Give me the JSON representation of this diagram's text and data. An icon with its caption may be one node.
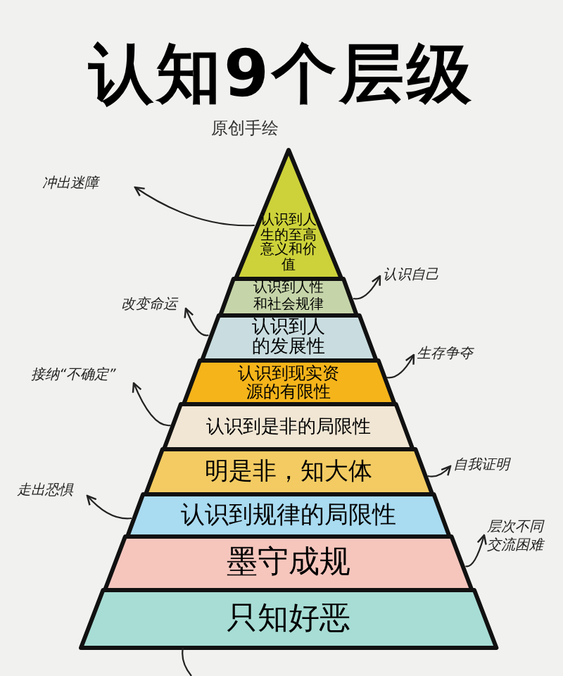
{
  "diagram": {
    "title": "认知**9**个层级",
    "nodes": [
      {
        "text": [
          "认识到人生的至高意义和价值"
        ]
      },
      {
        "text": [
          "认识到人性和社会规律"
        ]
      },
      {
        "text": [
          "认识到人的发展性"
        ]
      },
      {
        "text": [
          "认识到现实资源的有限性"
        ]
      },
      {
        "text": [
          "认识到是非的局限性"
        ]
      },
      {
        "text": [
          "明是非，知大体"
        ]
      },
      {
        "text": [
          "认识到规律的局限性"
        ]
      },
      {
        "text": [
          "墨守成规"
        ]
      },
      {
        "text": [
          "只知好恶"
        ]
      },
      {
        "text": [
          "冲出迷障"
        ]
      },
      {
        "text": [
          "认识自己"
        ]
      },
      {
        "text": [
          "改变命运"
        ]
      },
      {
        "text": [
          "生存争夺"
        ]
      },
      {
        "text": [
          "接纳“不确定”"
        ]
      },
      {
        "text": [
          "自我证明"
        ]
      },
      {
        "text": [
          "走出恐惧"
        ]
      },
      {
        "text": [
          "层次不同交流困难"
        ]
      }
    ],
    "edges": [
      {
        "from": 0,
        "to": 9,
        "arrow": "to"
      },
      {
        "from": 1,
        "to": 10,
        "arrow": "to"
      },
      {
        "from": 2,
        "to": 11,
        "arrow": "to"
      },
      {
        "from": 3,
        "to": 12,
        "arrow": "to"
      },
      {
        "from": 4,
        "to": 13,
        "arrow": "to"
      },
      {
        "from": 5,
        "to": 14,
        "arrow": "to"
      },
      {
        "from": 6,
        "to": 15,
        "arrow": "to"
      },
      {
        "from": 7,
        "to": 16,
        "arrow": "to"
      },
      {
        "from": 8,
        "to": null,
        "arrow": "none"
      }
    ],
    "labels": [
      "原创手绘"
    ]
  }
}
